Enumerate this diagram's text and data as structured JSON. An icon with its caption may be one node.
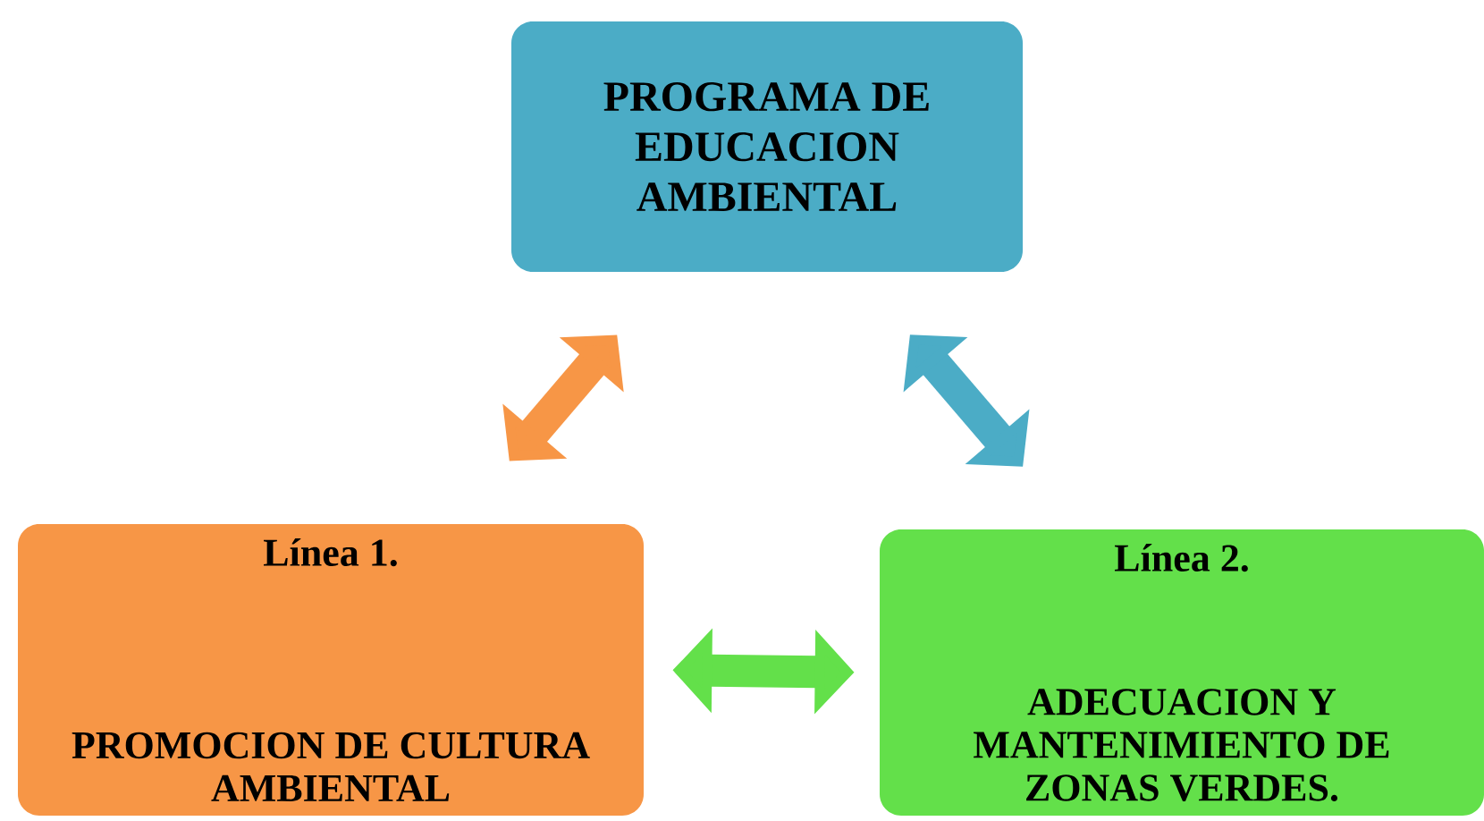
{
  "diagram": {
    "nodes": [
      {
        "text": [
          "PROGRAMA DE EDUCACION AMBIENTAL"
        ]
      },
      {
        "text": [
          "Línea 1.",
          "PROMOCION DE CULTURA AMBIENTAL"
        ]
      },
      {
        "text": [
          "Línea 2.",
          "ADECUACION Y MANTENIMIENTO DE ZONAS VERDES."
        ]
      }
    ],
    "edges": [
      {
        "from": 1,
        "to": 0,
        "arrow": "both",
        "color": "#f79646"
      },
      {
        "from": 0,
        "to": 2,
        "arrow": "both",
        "color": "#4bacc6"
      },
      {
        "from": 1,
        "to": 2,
        "arrow": "both",
        "color": "#63e04a"
      }
    ]
  }
}
